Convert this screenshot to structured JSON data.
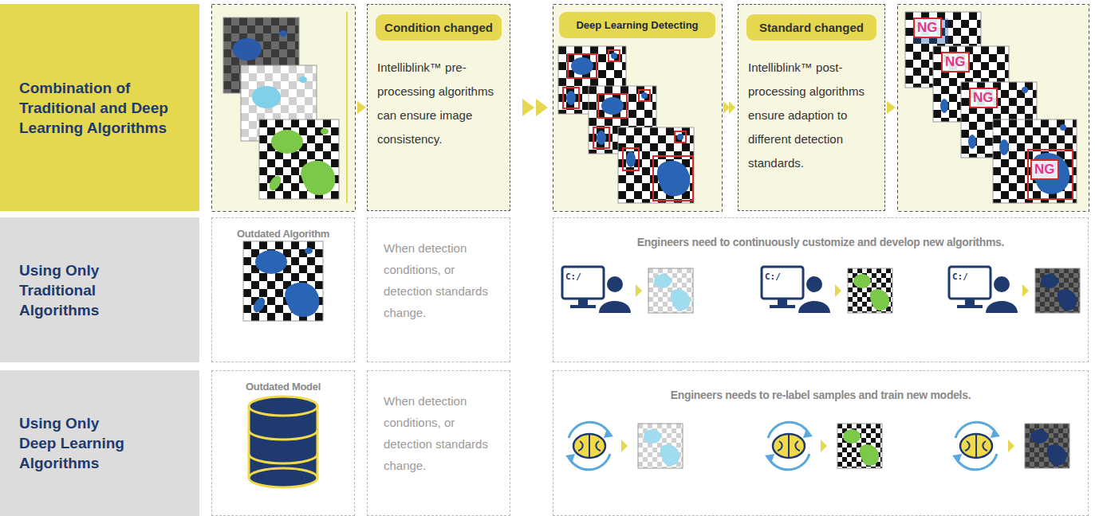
{
  "diagram": {
    "nodes": [
      {
        "text": [
          "Combination of Traditional and Deep Learning Algorithms"
        ]
      },
      {
        "text": [
          "Intelliblink™ pre-processing algorithms can ensure image consistency."
        ]
      },
      {
        "text": [
          "Condition changed"
        ],
        "in": 1
      },
      {
        "text": [
          "Deep Learning Detecting"
        ]
      },
      {
        "text": [
          "Intelliblink™ post-processing algorithms ensure adaption to different detection standards."
        ]
      },
      {
        "text": [
          "Standard changed"
        ],
        "in": 4
      },
      {
        "text": [
          "Using Only Traditional Algorithms"
        ]
      },
      {
        "text": [
          "Outdated Algorithm"
        ]
      },
      {
        "text": [
          "When detection conditions, or detection standards change."
        ]
      },
      {
        "text": [
          "Engineers need to continuously customize and develop new algorithms."
        ]
      },
      {
        "text": [
          "Using Only Deep Learning Algorithms"
        ]
      },
      {
        "text": [
          "Outdated Model"
        ]
      },
      {
        "text": [
          "When detection conditions, or detection standards change."
        ]
      },
      {
        "text": [
          "Engineers needs to re-label samples and train new models."
        ]
      }
    ],
    "labels": [
      "NG",
      "NG",
      "NG",
      "NG",
      "C:/",
      "C:/",
      "C:/"
    ]
  }
}
